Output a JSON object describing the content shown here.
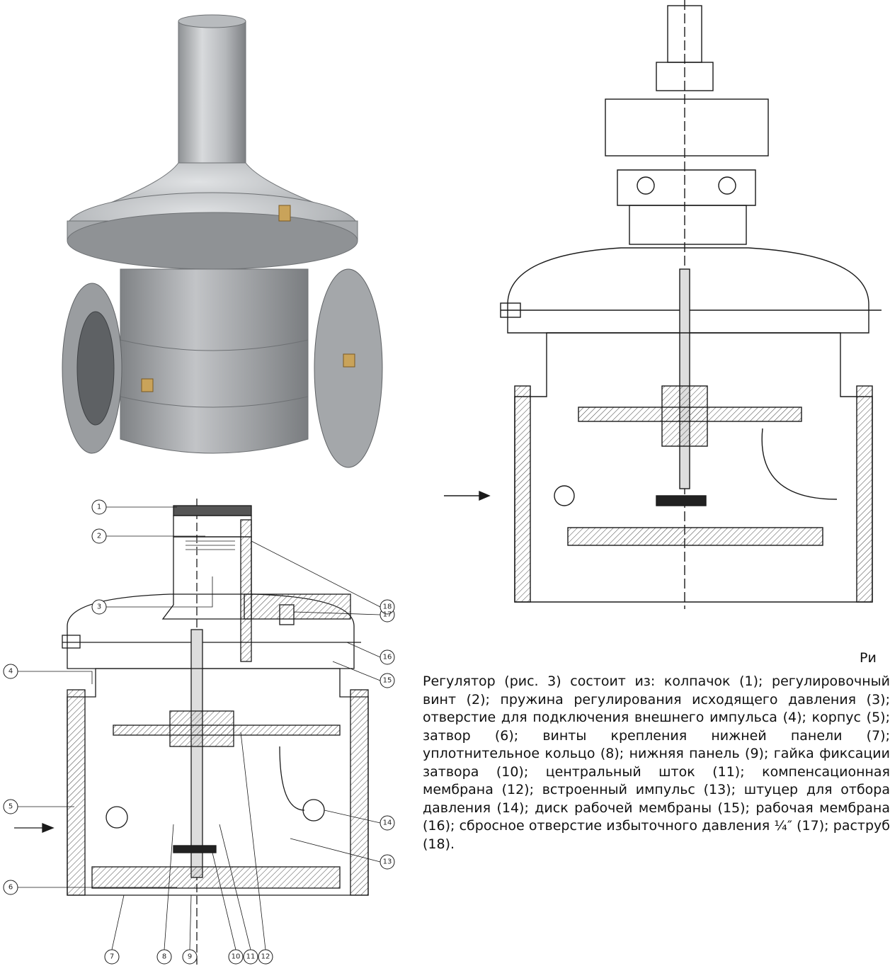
{
  "figure_caption": "Ри",
  "description": "Регулятор (рис. 3) состоит из: колпачок (1); регулировочный винт (2); пружина регулирования исходящего давления (3); отверстие для подключения внешнего импульса (4); корпус (5); затвор (6); винты крепления нижней панели (7); уплотнительное кольцо (8); нижняя панель (9); гайка фиксации затвора (10); центральный шток (11); компенсационная мембрана (12); встроенный импульс (13); штуцер для отбора давления (14); диск рабочей мембраны (15); рабочая мембрана (16); сбросное отверстие избыточного давления ¼″ (17); раструб (18).",
  "callouts": [
    "1",
    "2",
    "3",
    "4",
    "5",
    "6",
    "7",
    "8",
    "9",
    "10",
    "11",
    "12",
    "13",
    "14",
    "15",
    "16",
    "17",
    "18"
  ],
  "colors": {
    "metal_light": "#c9cbcd",
    "metal_mid": "#9fa2a5",
    "metal_dark": "#6e7174",
    "line": "#1a1a1a",
    "section_fill": "#bdbdbd"
  }
}
